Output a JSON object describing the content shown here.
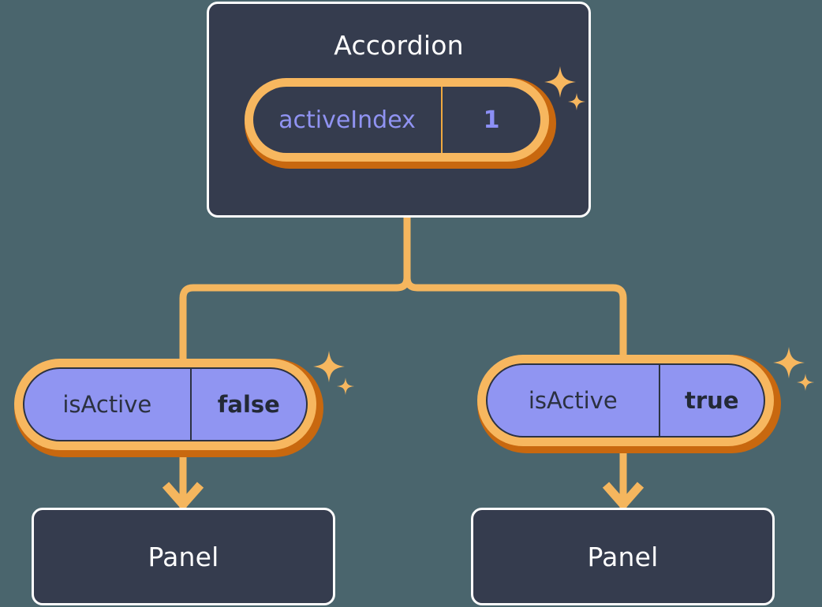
{
  "theme": {
    "background": "#4a656d",
    "card_fill": "#353c4e",
    "card_border": "#fdfdfd",
    "wire": "#f5b65e",
    "pill_ring_outer": "#c8680f",
    "pill_ring_inner": "#f7b75f",
    "prop_fill": "#9095f2",
    "state_text": "#8c8ff5",
    "prop_text": "#2b3140",
    "title_text": "#ffffff"
  },
  "diagram": {
    "type": "component-tree",
    "root": {
      "name": "accordion",
      "title": "Accordion",
      "state": {
        "key": "activeIndex",
        "value": "1"
      }
    },
    "children": [
      {
        "name": "branch-left",
        "prop": {
          "key": "isActive",
          "value": "false"
        },
        "component": {
          "title": "Panel"
        }
      },
      {
        "name": "branch-right",
        "prop": {
          "key": "isActive",
          "value": "true"
        },
        "component": {
          "title": "Panel"
        }
      }
    ]
  },
  "icons": {
    "sparkle_large": "sparkle-large-icon",
    "sparkle_small": "sparkle-small-icon",
    "arrow_down": "arrow-down-icon"
  }
}
